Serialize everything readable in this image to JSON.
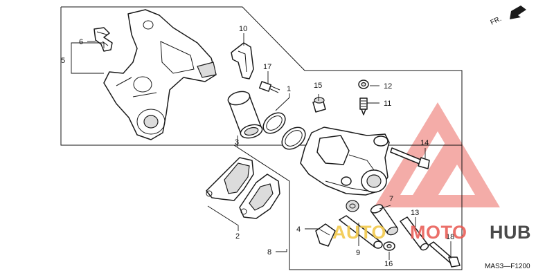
{
  "diagram": {
    "direction_label": "FR.",
    "code_label": "MAS3—F1200",
    "callouts": {
      "c1": "1",
      "c2": "2",
      "c3": "3",
      "c4": "4",
      "c5": "5",
      "c6": "6",
      "c7": "7",
      "c8": "8",
      "c9": "9",
      "c10": "10",
      "c11": "11",
      "c12": "12",
      "c13": "13",
      "c14": "14",
      "c15": "15",
      "c16": "16",
      "c17": "17",
      "c18": "18"
    }
  },
  "watermark": {
    "part1": "AUTO",
    "part2": "MOTO",
    "part3": "HUB",
    "color_accent": "#e8574f",
    "color_yellow": "#f2c94c",
    "color_dark": "#2b2b2b"
  }
}
